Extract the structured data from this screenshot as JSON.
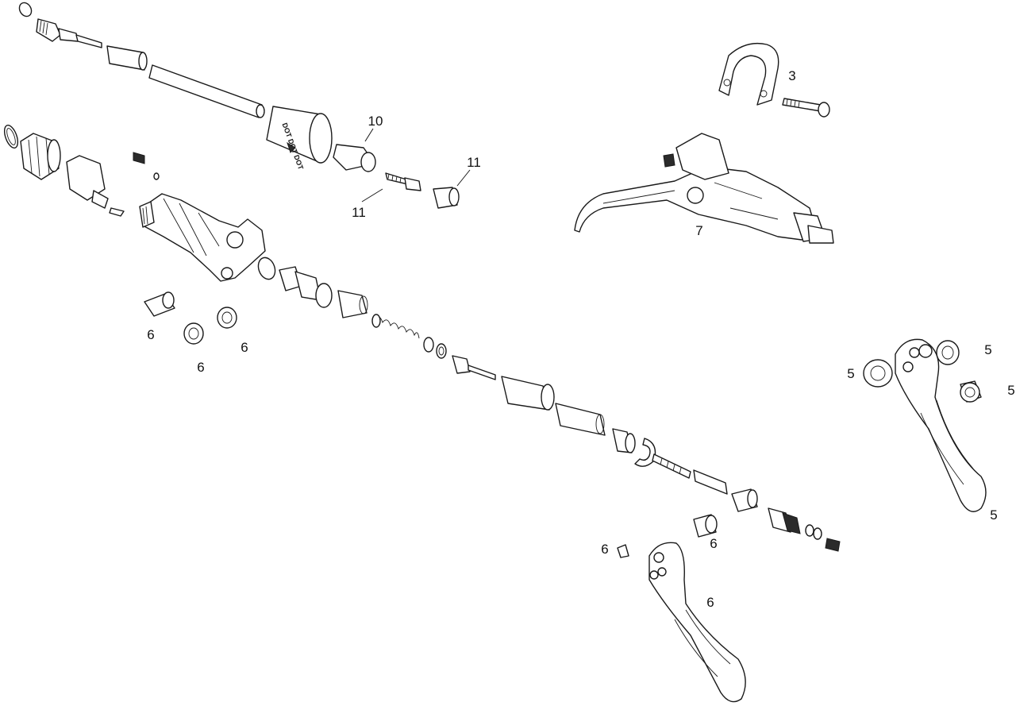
{
  "callouts": {
    "c3": "3",
    "c5a": "5",
    "c5b": "5",
    "c5c": "5",
    "c5d": "5",
    "c6a": "6",
    "c6b": "6",
    "c6c": "6",
    "c6d": "6",
    "c6e": "6",
    "c6f": "6",
    "c7": "7",
    "c10": "10",
    "c11a": "11",
    "c11b": "11"
  },
  "hose_cover_text": "DOT DOT DOT"
}
